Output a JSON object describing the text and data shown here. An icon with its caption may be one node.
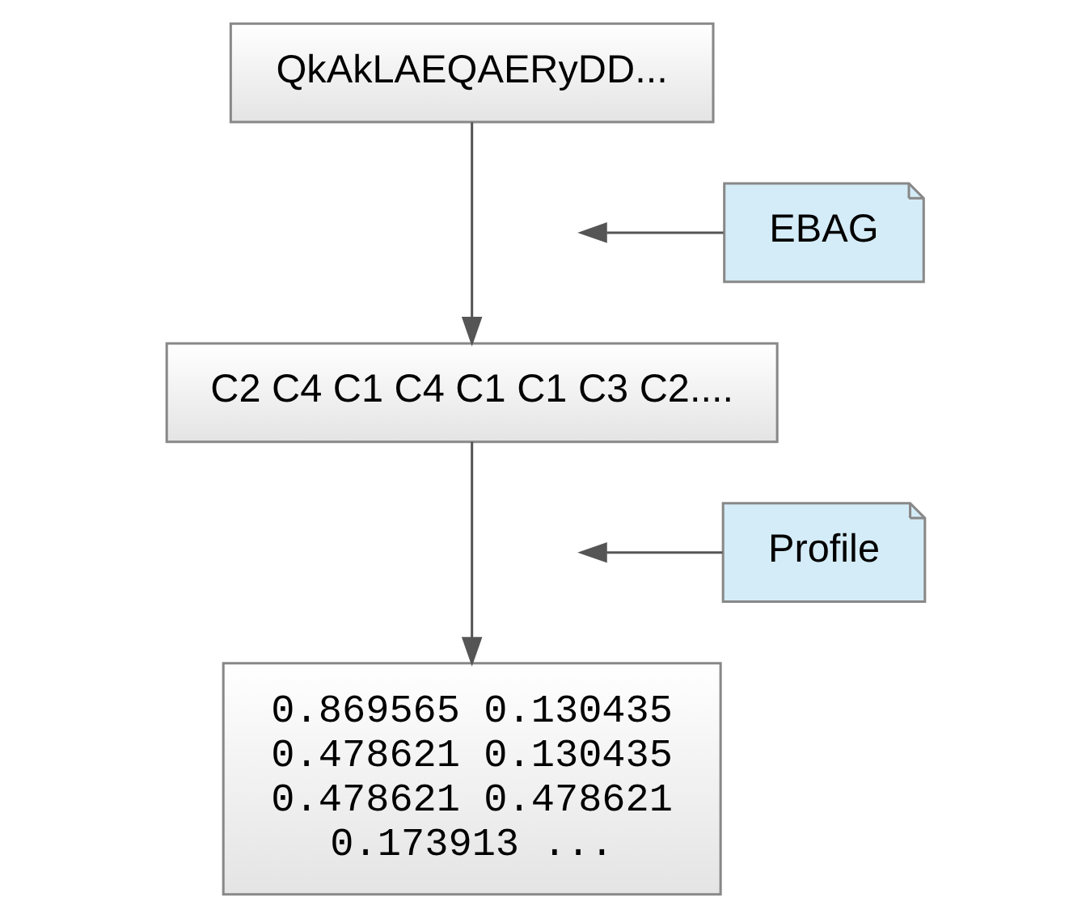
{
  "diagram": {
    "nodes": [
      {
        "text": [
          "QkAkLAEQAERyDD..."
        ]
      },
      {
        "text": [
          "C2 C4 C1 C4 C1 C1 C3 C2...."
        ]
      },
      {
        "text": [
          "0.869565 0.130435 0.478621 0.130435 0.478621 0.478621 0.173913 ..."
        ]
      },
      {
        "text": [
          "EBAG"
        ]
      },
      {
        "text": [
          "Profile"
        ]
      }
    ],
    "edges": [
      {
        "from": 0,
        "to": 1,
        "arrow": "to"
      },
      {
        "from": 1,
        "to": 2,
        "arrow": "to"
      },
      {
        "from": 3,
        "to": null,
        "arrow": "to"
      },
      {
        "from": 4,
        "to": null,
        "arrow": "to"
      }
    ]
  }
}
